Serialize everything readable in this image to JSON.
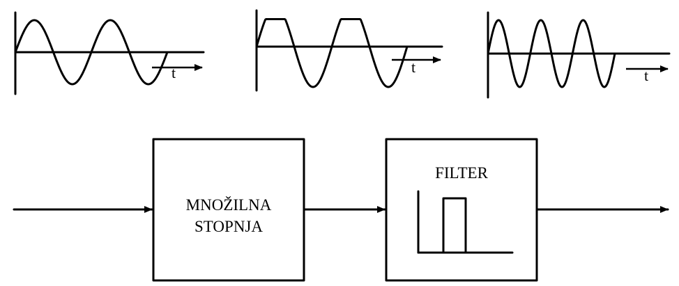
{
  "waveforms": [
    {
      "id": "input",
      "time_label": "t",
      "shape": "sine"
    },
    {
      "id": "clipped",
      "time_label": "t",
      "shape": "clipped-sine"
    },
    {
      "id": "harmonic",
      "time_label": "t",
      "shape": "higher-frequency-sine"
    }
  ],
  "blocks": {
    "multiplier": {
      "line1": "MNOŽILNA",
      "line2": "STOPNJA"
    },
    "filter": {
      "title": "FILTER"
    }
  },
  "colors": {
    "ink": "#000000",
    "background": "#ffffff"
  }
}
